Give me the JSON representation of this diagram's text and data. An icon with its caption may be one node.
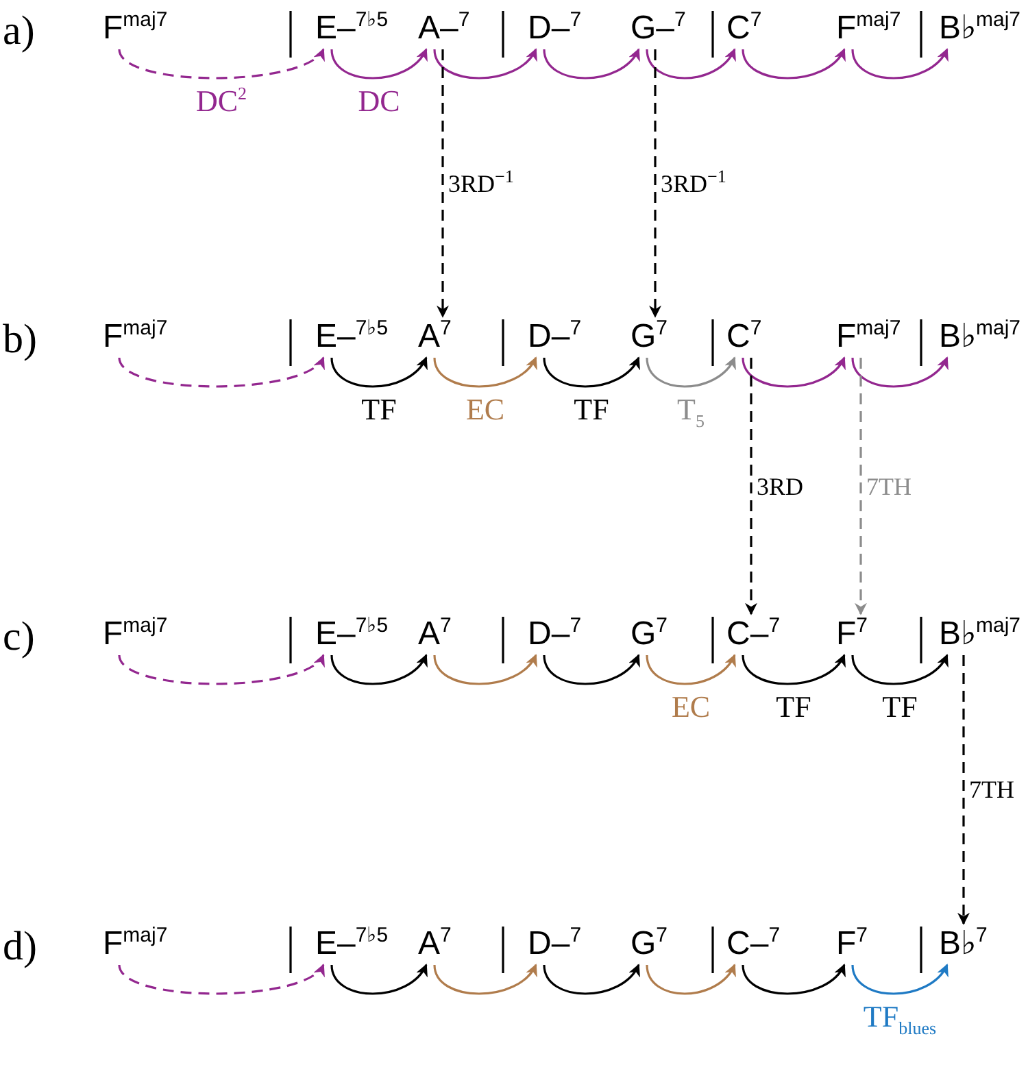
{
  "diagram": {
    "nodes": [
      {
        "text": [
          "F$^{maj7}$"
        ]
      },
      {
        "text": [
          "E–$^{7♭5}$"
        ]
      },
      {
        "text": [
          "A–$^{7}$"
        ]
      },
      {
        "text": [
          "D–$^{7}$"
        ]
      },
      {
        "text": [
          "G–$^{7}$"
        ]
      },
      {
        "text": [
          "C$^{7}$"
        ]
      },
      {
        "text": [
          "F$^{maj7}$"
        ]
      },
      {
        "text": [
          "B♭$^{maj7}$"
        ]
      },
      {
        "text": [
          "F$^{maj7}$"
        ]
      },
      {
        "text": [
          "E–$^{7♭5}$"
        ]
      },
      {
        "text": [
          "A$^{7}$"
        ]
      },
      {
        "text": [
          "D–$^{7}$"
        ]
      },
      {
        "text": [
          "G$^{7}$"
        ]
      },
      {
        "text": [
          "C$^{7}$"
        ]
      },
      {
        "text": [
          "F$^{maj7}$"
        ]
      },
      {
        "text": [
          "B♭$^{maj7}$"
        ]
      },
      {
        "text": [
          "F$^{maj7}$"
        ]
      },
      {
        "text": [
          "E–$^{7♭5}$"
        ]
      },
      {
        "text": [
          "A$^{7}$"
        ]
      },
      {
        "text": [
          "D–$^{7}$"
        ]
      },
      {
        "text": [
          "G$^{7}$"
        ]
      },
      {
        "text": [
          "C–$^{7}$"
        ]
      },
      {
        "text": [
          "F$^{7}$"
        ]
      },
      {
        "text": [
          "B♭$^{maj7}$"
        ]
      },
      {
        "text": [
          "F$^{maj7}$"
        ]
      },
      {
        "text": [
          "E–$^{7♭5}$"
        ]
      },
      {
        "text": [
          "A$^{7}$"
        ]
      },
      {
        "text": [
          "D–$^{7}$"
        ]
      },
      {
        "text": [
          "G$^{7}$"
        ]
      },
      {
        "text": [
          "C–$^{7}$"
        ]
      },
      {
        "text": [
          "F$^{7}$"
        ]
      },
      {
        "text": [
          "B♭$^{7}$"
        ]
      }
    ],
    "edges": [
      {
        "from": 0,
        "to": 1,
        "arrow": "to",
        "label": "DC$^{2}$",
        "style": "dashed",
        "color": "#93278f"
      },
      {
        "from": 1,
        "to": 2,
        "arrow": "to",
        "label": "DC",
        "color": "#93278f"
      },
      {
        "from": 2,
        "to": 3,
        "arrow": "to",
        "color": "#93278f"
      },
      {
        "from": 3,
        "to": 4,
        "arrow": "to",
        "color": "#93278f"
      },
      {
        "from": 4,
        "to": 5,
        "arrow": "to",
        "color": "#93278f"
      },
      {
        "from": 5,
        "to": 6,
        "arrow": "to",
        "color": "#93278f"
      },
      {
        "from": 6,
        "to": 7,
        "arrow": "to",
        "color": "#93278f"
      },
      {
        "from": 2,
        "to": 10,
        "arrow": "to",
        "label": "3RD$^{−1}$",
        "style": "dashed"
      },
      {
        "from": 4,
        "to": 12,
        "arrow": "to",
        "label": "3RD$^{−1}$",
        "style": "dashed"
      },
      {
        "from": 8,
        "to": 9,
        "arrow": "to",
        "style": "dashed",
        "color": "#93278f"
      },
      {
        "from": 9,
        "to": 10,
        "arrow": "to",
        "label": "TF"
      },
      {
        "from": 10,
        "to": 11,
        "arrow": "to",
        "label": "EC",
        "color": "#b07c4c"
      },
      {
        "from": 11,
        "to": 12,
        "arrow": "to",
        "label": "TF"
      },
      {
        "from": 12,
        "to": 13,
        "arrow": "to",
        "label": "T$_{5}$",
        "color": "#8c8c8c"
      },
      {
        "from": 13,
        "to": 14,
        "arrow": "to",
        "color": "#93278f"
      },
      {
        "from": 14,
        "to": 15,
        "arrow": "to",
        "color": "#93278f"
      },
      {
        "from": 13,
        "to": 21,
        "arrow": "to",
        "label": "3RD",
        "style": "dashed"
      },
      {
        "from": 14,
        "to": 22,
        "arrow": "to",
        "label": "7TH",
        "style": "dashed",
        "color": "#8c8c8c"
      },
      {
        "from": 16,
        "to": 17,
        "arrow": "to",
        "style": "dashed",
        "color": "#93278f"
      },
      {
        "from": 17,
        "to": 18,
        "arrow": "to"
      },
      {
        "from": 18,
        "to": 19,
        "arrow": "to",
        "color": "#b07c4c"
      },
      {
        "from": 19,
        "to": 20,
        "arrow": "to"
      },
      {
        "from": 20,
        "to": 21,
        "arrow": "to",
        "label": "EC",
        "color": "#b07c4c"
      },
      {
        "from": 21,
        "to": 22,
        "arrow": "to",
        "label": "TF"
      },
      {
        "from": 22,
        "to": 23,
        "arrow": "to",
        "label": "TF"
      },
      {
        "from": 23,
        "to": 31,
        "arrow": "to",
        "label": "7TH",
        "style": "dashed"
      },
      {
        "from": 24,
        "to": 25,
        "arrow": "to",
        "style": "dashed",
        "color": "#93278f"
      },
      {
        "from": 25,
        "to": 26,
        "arrow": "to"
      },
      {
        "from": 26,
        "to": 27,
        "arrow": "to",
        "color": "#b07c4c"
      },
      {
        "from": 27,
        "to": 28,
        "arrow": "to"
      },
      {
        "from": 28,
        "to": 29,
        "arrow": "to",
        "color": "#b07c4c"
      },
      {
        "from": 29,
        "to": 30,
        "arrow": "to"
      },
      {
        "from": 30,
        "to": 31,
        "arrow": "to",
        "label": "TF$_{blues}$",
        "color": "#1f7ac4"
      }
    ],
    "labels": [
      "a)",
      "b)",
      "c)",
      "d)"
    ]
  }
}
